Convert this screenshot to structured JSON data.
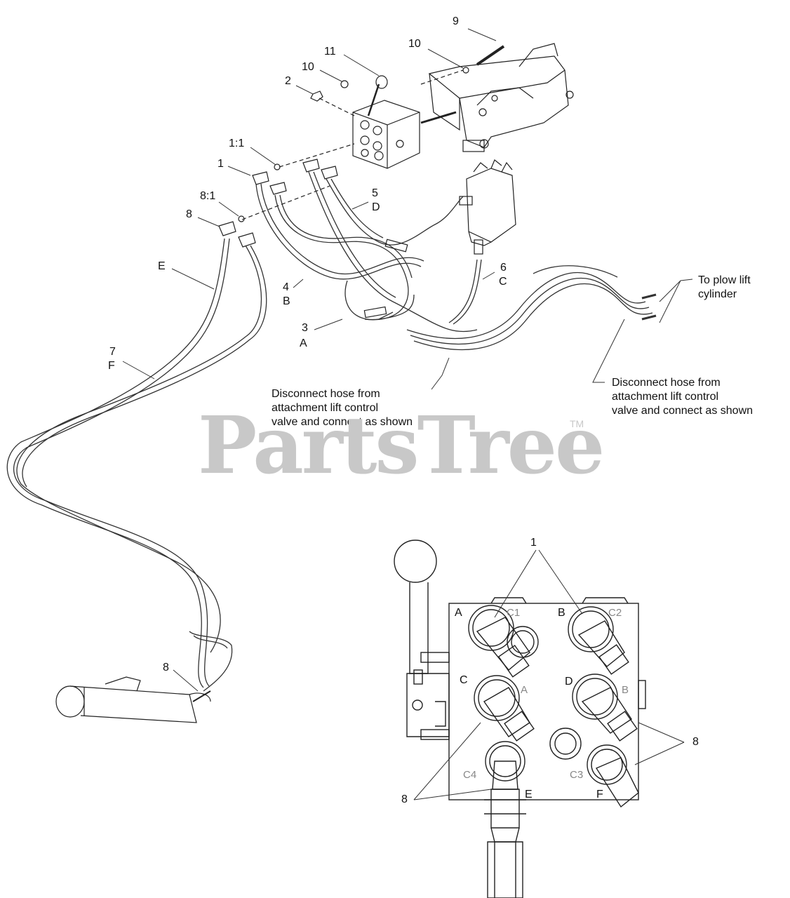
{
  "callouts": {
    "c9": "9",
    "c10a": "10",
    "c11": "11",
    "c10b": "10",
    "c2": "2",
    "c1_1": "1:1",
    "c1": "1",
    "c8_1": "8:1",
    "c8a": "8",
    "c5": "5",
    "c5l": "D",
    "c4": "4",
    "c4l": "B",
    "c3": "3",
    "c3l": "A",
    "c6": "6",
    "c6l": "C",
    "c7": "7",
    "c7l": "F",
    "cE": "E",
    "c8b": "8",
    "d1": "1",
    "d8a": "8",
    "d8b": "8",
    "dA": "A",
    "dB": "B",
    "dC": "C",
    "dD": "D",
    "dE": "E",
    "dF": "F"
  },
  "ports": {
    "c1": "C1",
    "c2": "C2",
    "c3": "C3",
    "c4": "C4",
    "pA": "A",
    "pB": "B"
  },
  "notes": {
    "plow_lift": [
      "To plow lift",
      "cylinder"
    ],
    "disconnect_left": [
      "Disconnect hose from",
      "attachment lift control",
      "valve and connect as shown"
    ],
    "disconnect_right": [
      "Disconnect hose from",
      "attachment lift control",
      "valve and connect as shown"
    ]
  },
  "watermark": {
    "brand": "PartsTree",
    "tm": "TM"
  }
}
